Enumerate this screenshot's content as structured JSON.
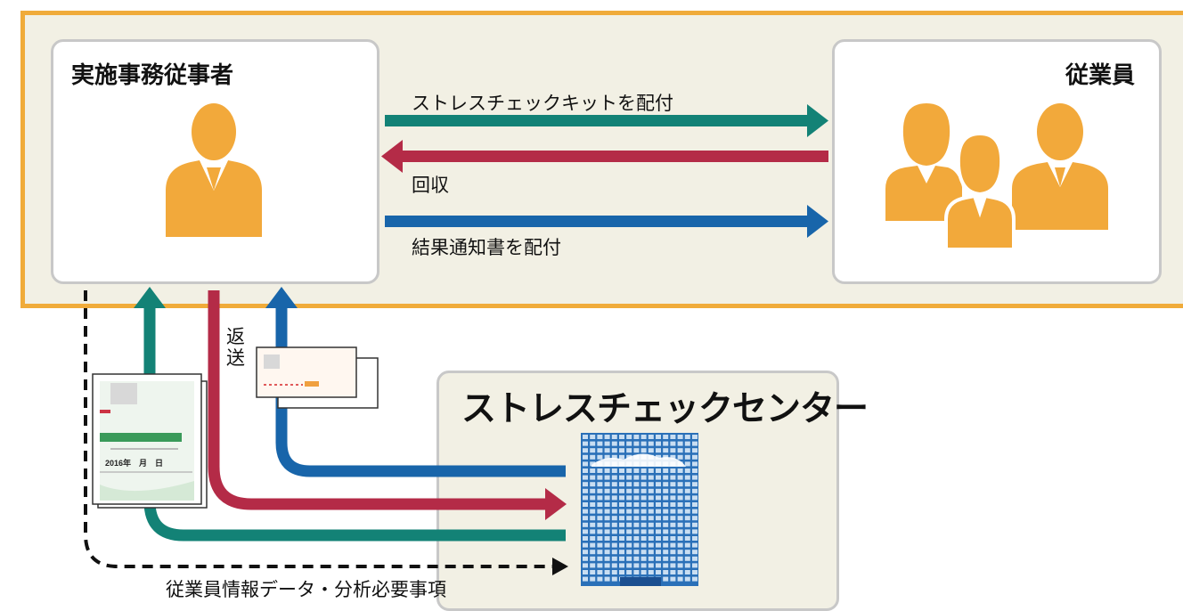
{
  "actors": {
    "staff_title": "実施事務従事者",
    "employees_title": "従業員",
    "center_title": "ストレスチェックセンター"
  },
  "flows": {
    "distribute_kit": "ストレスチェックキットを配付",
    "collect": "回収",
    "distribute_results": "結果通知書を配付",
    "return_label": "返送",
    "employee_data": "従業員情報データ・分析必要事項"
  },
  "document": {
    "year_label": "2016年　月　日"
  },
  "icons": {
    "staff": "person-icon",
    "employees": "group-icon",
    "center": "building-icon",
    "kit": "kit-document-icon",
    "results": "envelope-icon"
  },
  "colors": {
    "orange_border": "#f0ab3a",
    "band_bg": "#f2f0e4",
    "teal": "#138276",
    "crimson": "#b42b47",
    "blue": "#1865aa",
    "person": "#f2a93b"
  }
}
